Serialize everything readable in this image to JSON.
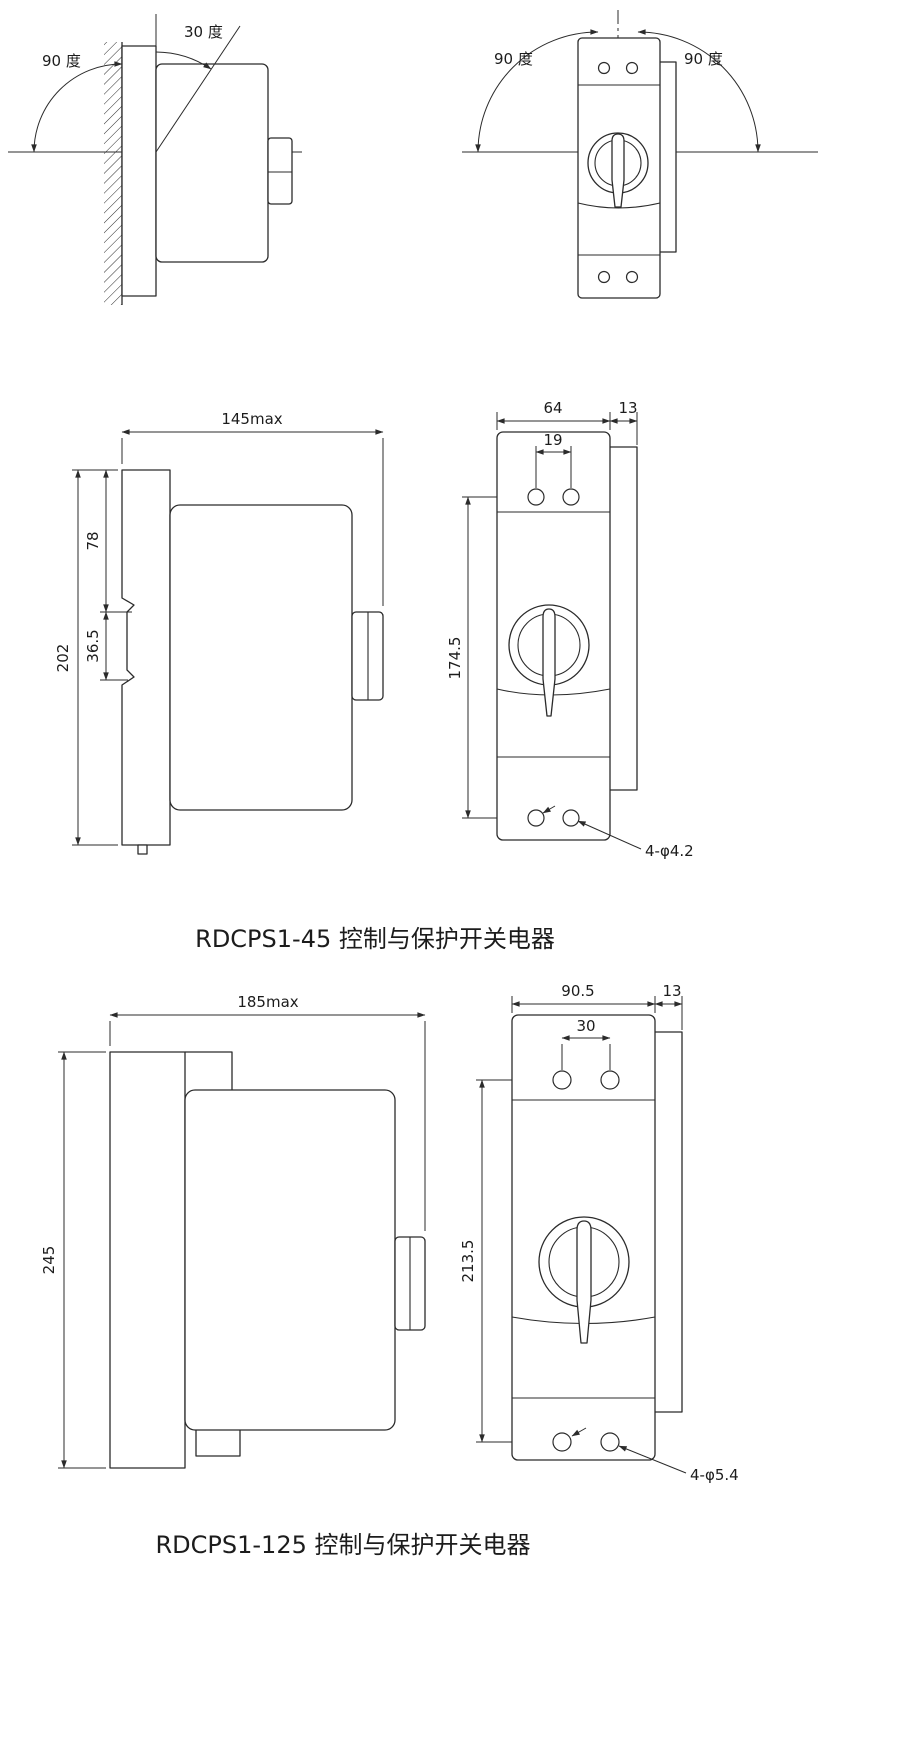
{
  "page": {
    "background": "#ffffff",
    "line_color": "#2b2b2b"
  },
  "mounting_orientation": {
    "side_view": {
      "wall_angle": "90 度",
      "tilt_angle": "30 度"
    },
    "front_view": {
      "left_angle": "90 度",
      "right_angle": "90 度"
    }
  },
  "rdcps1_45": {
    "caption": "RDCPS1-45 控制与保护开关电器",
    "side_view": {
      "depth_max": "145max",
      "height": "202",
      "rail_offset": "78",
      "rail_notch": "36.5"
    },
    "front_view": {
      "width": "64",
      "flange_width": "13",
      "hole_pitch": "19",
      "hole_span": "174.5",
      "mounting_holes": "4-φ4.2"
    }
  },
  "rdcps1_125": {
    "caption": "RDCPS1-125 控制与保护开关电器",
    "side_view": {
      "depth_max": "185max",
      "height": "245"
    },
    "front_view": {
      "width": "90.5",
      "flange_width": "13",
      "hole_pitch": "30",
      "hole_span": "213.5",
      "mounting_holes": "4-φ5.4"
    }
  }
}
